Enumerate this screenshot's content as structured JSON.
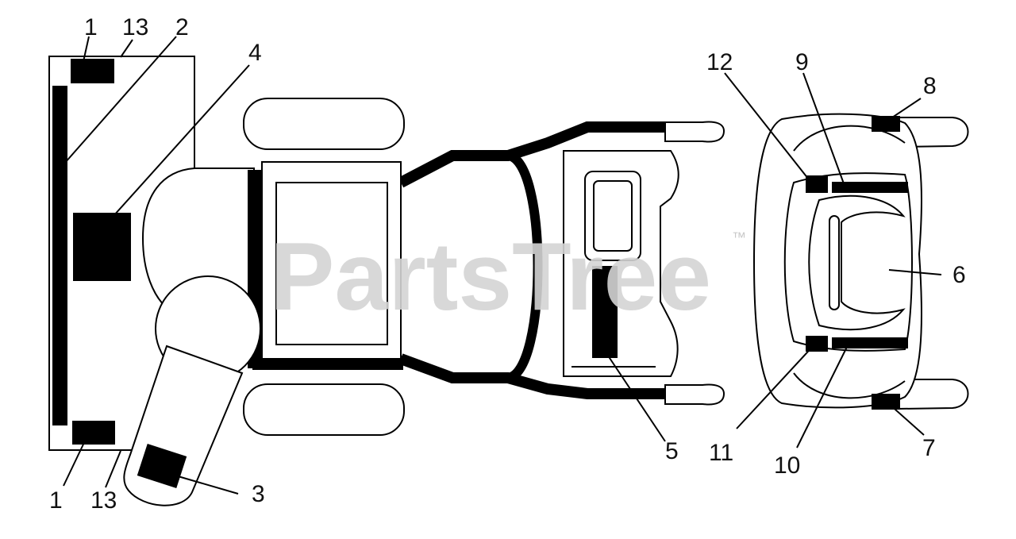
{
  "diagram": {
    "watermark": "PartsTree",
    "trademark": "™",
    "callouts": [
      {
        "id": "callout-1-top",
        "label": "1"
      },
      {
        "id": "callout-13-top",
        "label": "13"
      },
      {
        "id": "callout-2",
        "label": "2"
      },
      {
        "id": "callout-4",
        "label": "4"
      },
      {
        "id": "callout-1-bottom",
        "label": "1"
      },
      {
        "id": "callout-13-bottom",
        "label": "13"
      },
      {
        "id": "callout-3",
        "label": "3"
      },
      {
        "id": "callout-5",
        "label": "5"
      },
      {
        "id": "callout-12",
        "label": "12"
      },
      {
        "id": "callout-9",
        "label": "9"
      },
      {
        "id": "callout-8",
        "label": "8"
      },
      {
        "id": "callout-6",
        "label": "6"
      },
      {
        "id": "callout-11",
        "label": "11"
      },
      {
        "id": "callout-10",
        "label": "10"
      },
      {
        "id": "callout-7",
        "label": "7"
      }
    ]
  }
}
